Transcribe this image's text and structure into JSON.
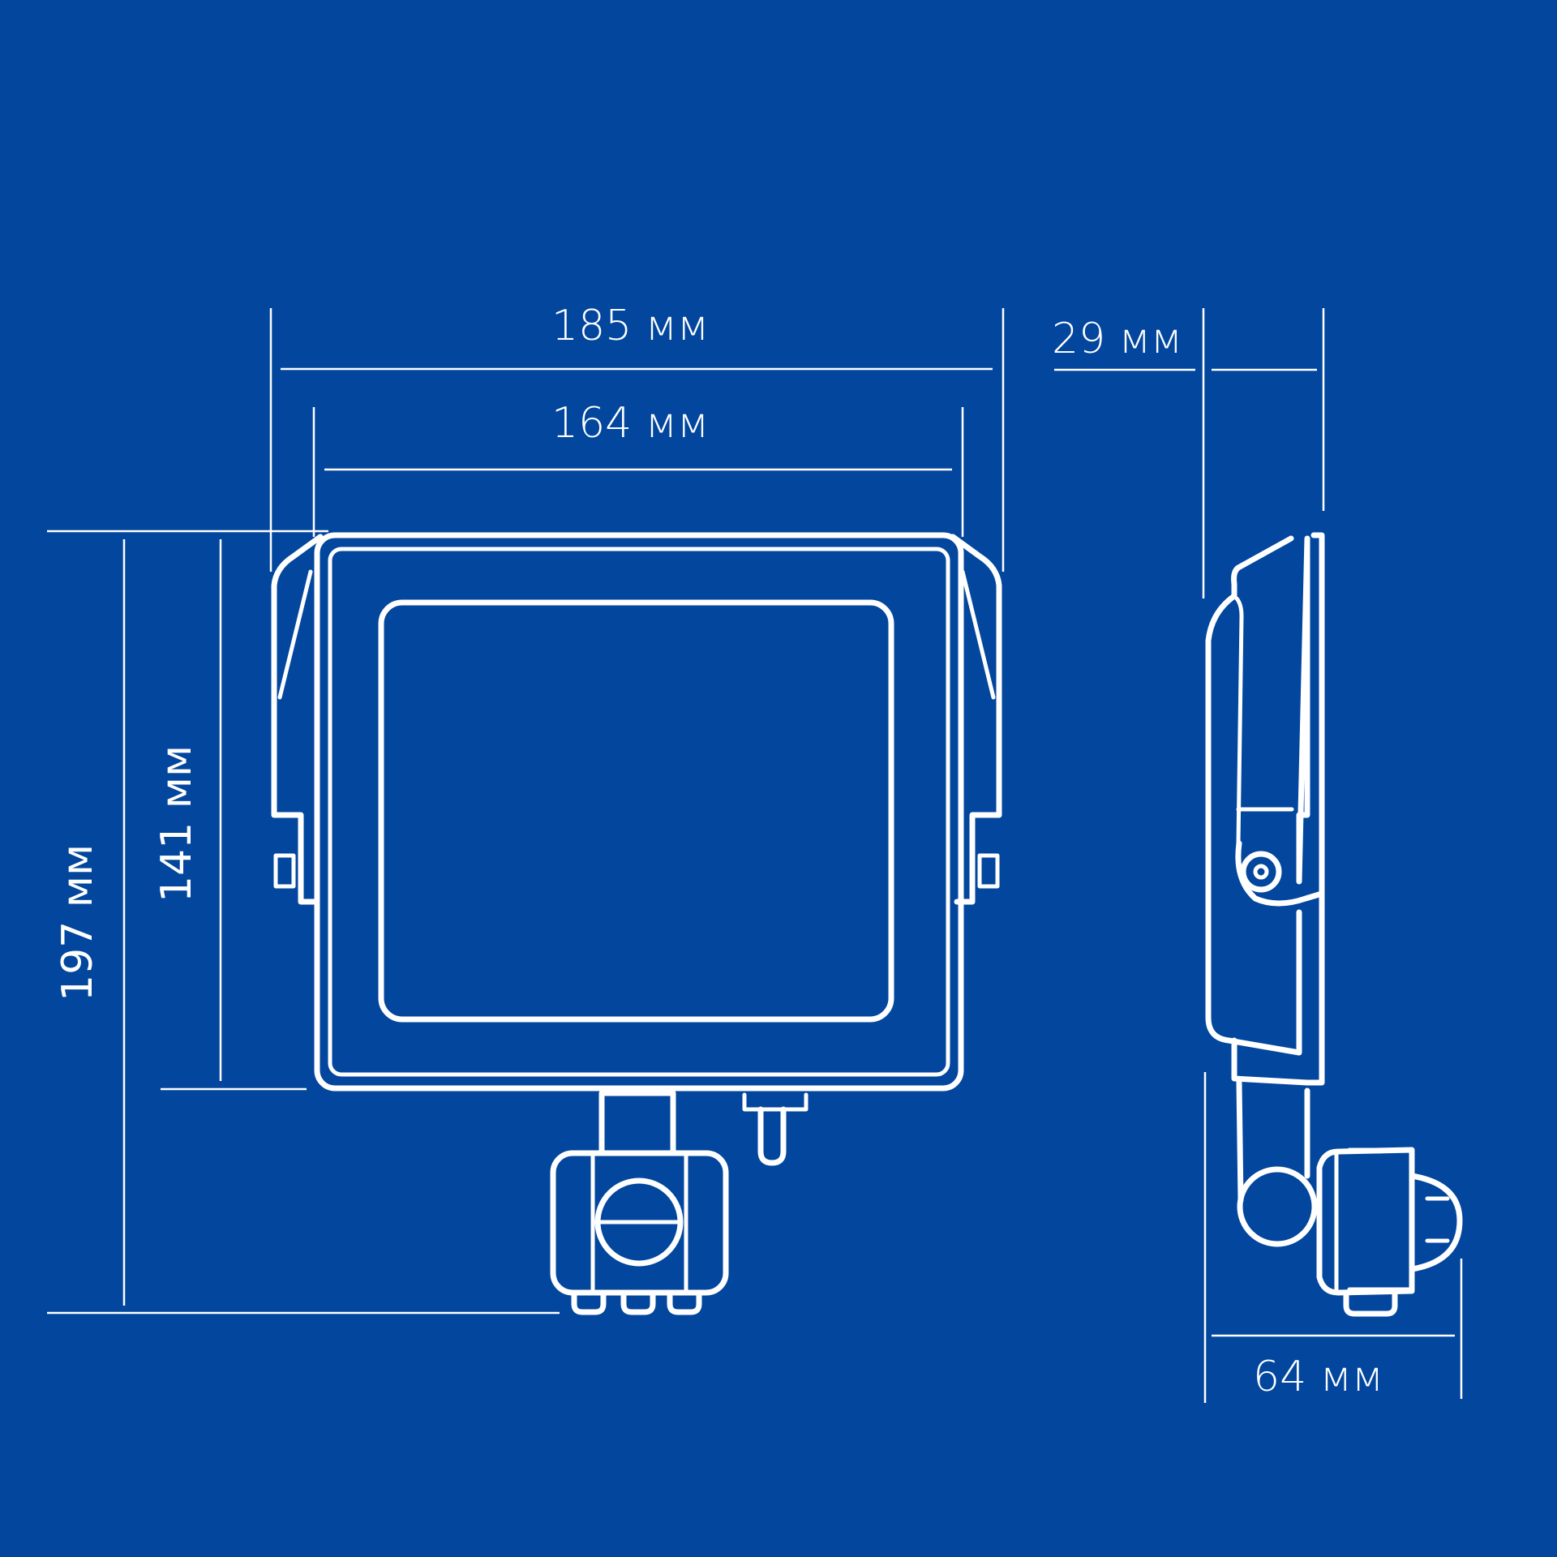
{
  "colors": {
    "background": "#02469D",
    "line": "#FFFFFF"
  },
  "dimensions": {
    "overall_width": "185 мм",
    "inner_width": "164 мм",
    "depth": "29 мм",
    "overall_height": "197 мм",
    "body_height": "141 мм",
    "sensor_depth": "64 мм"
  }
}
